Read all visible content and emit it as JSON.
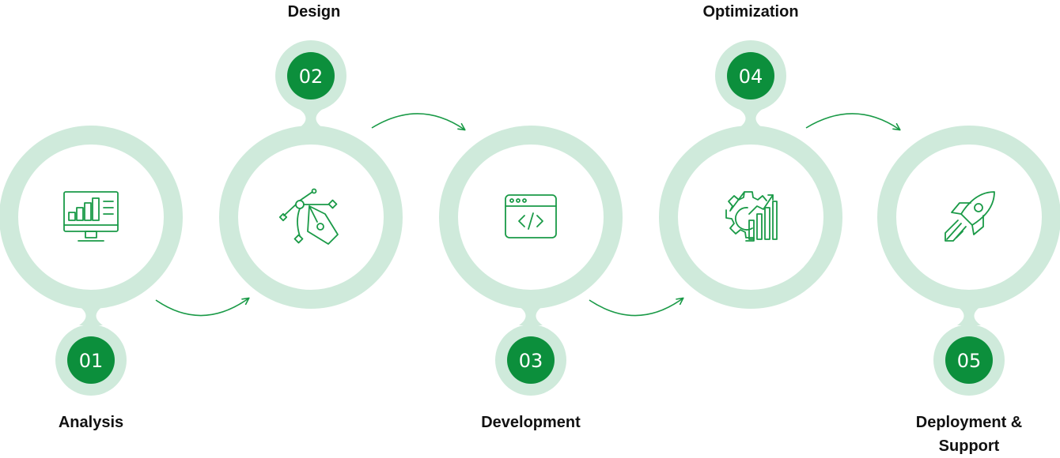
{
  "colors": {
    "ring": "#cfeadb",
    "badge": "#0c8f3c",
    "icon": "#1a9a47",
    "arrow": "#1a9a47",
    "label": "#111111",
    "badge_text": "#ffffff"
  },
  "steps": [
    {
      "number": "01",
      "label": "Analysis",
      "icon": "monitor-chart-icon",
      "badge_position": "bottom"
    },
    {
      "number": "02",
      "label": "Design",
      "icon": "pen-tool-icon",
      "badge_position": "top"
    },
    {
      "number": "03",
      "label": "Development",
      "icon": "code-window-icon",
      "badge_position": "bottom"
    },
    {
      "number": "04",
      "label": "Optimization",
      "icon": "gear-chart-icon",
      "badge_position": "top"
    },
    {
      "number": "05",
      "label": "Deployment & Support",
      "icon": "rocket-icon",
      "badge_position": "bottom"
    }
  ]
}
